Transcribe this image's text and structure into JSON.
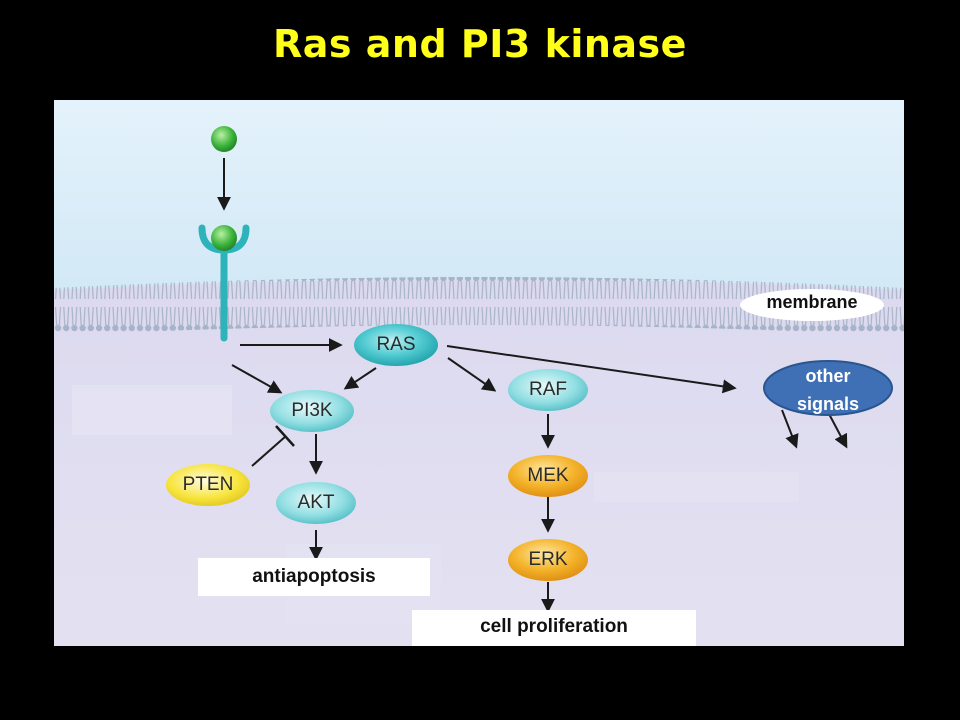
{
  "title": "Ras and PI3 kinase",
  "labels": {
    "membrane": "membrane",
    "ras": "RAS",
    "pi3k": "PI3K",
    "raf": "RAF",
    "mek": "MEK",
    "erk": "ERK",
    "pten": "PTEN",
    "akt": "AKT",
    "other_line1": "other",
    "other_line2": "signals",
    "antiapoptosis": "antiapoptosis",
    "cell_proliferation": "cell proliferation"
  },
  "colors": {
    "title": "#ffff1a",
    "teal_node": "#3fc2c9",
    "orange_node": "#f2a51a",
    "yellow_node": "#f7e43b",
    "blue_node": "#3f6fb5",
    "ligand": "#3cb43c"
  }
}
